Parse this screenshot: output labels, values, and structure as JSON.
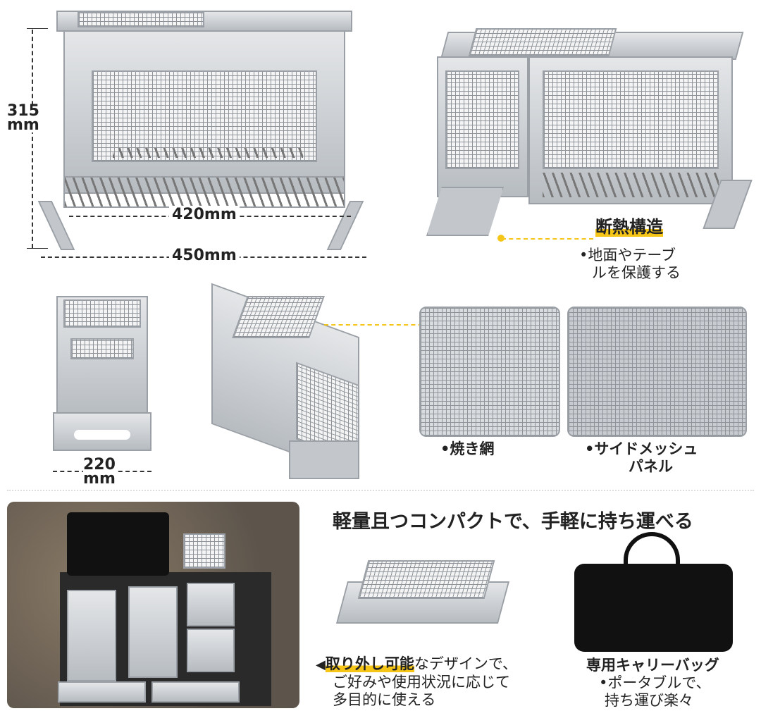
{
  "dimensions": {
    "height": "315\nmm",
    "height_value": "315",
    "height_unit": "mm",
    "inner_width": "420mm",
    "outer_width": "450mm",
    "depth_value": "220",
    "depth_unit": "mm"
  },
  "features": {
    "insulation": {
      "title": "断熱構造",
      "line1": "•地面やテーブ",
      "line2": "ルを保護する"
    },
    "grill": {
      "caption": "•焼き網"
    },
    "side_mesh": {
      "line1": "•サイドメッシュ",
      "line2": "パネル"
    }
  },
  "portable": {
    "headline": "軽量且つコンパクトで、手軽に持ち運べる",
    "removable": {
      "icon": "circle-arrow-left-icon",
      "highlight": "取り外し可能",
      "rest": "なデザインで、",
      "line2": "ご好みや使用状況に応じて",
      "line3": "多目的に使える"
    },
    "bag": {
      "title": "専用キャリーバッグ",
      "line1": "•ポータブルで、",
      "line2": "持ち運び楽々"
    }
  },
  "colors": {
    "accent": "#f5c518",
    "metal": "#c9cdd1",
    "bag": "#111111"
  }
}
